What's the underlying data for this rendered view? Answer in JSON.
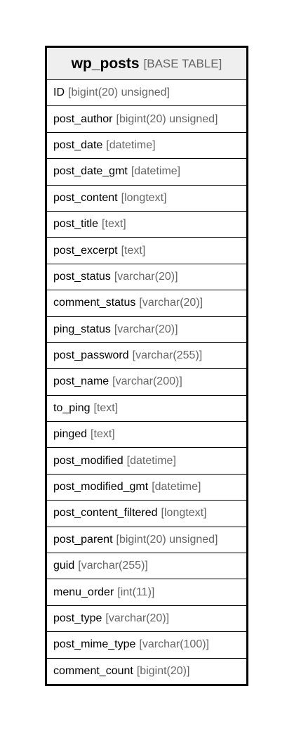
{
  "table": {
    "name": "wp_posts",
    "type": "[BASE TABLE]",
    "columns": [
      {
        "name": "ID",
        "type": "[bigint(20) unsigned]"
      },
      {
        "name": "post_author",
        "type": "[bigint(20) unsigned]"
      },
      {
        "name": "post_date",
        "type": "[datetime]"
      },
      {
        "name": "post_date_gmt",
        "type": "[datetime]"
      },
      {
        "name": "post_content",
        "type": "[longtext]"
      },
      {
        "name": "post_title",
        "type": "[text]"
      },
      {
        "name": "post_excerpt",
        "type": "[text]"
      },
      {
        "name": "post_status",
        "type": "[varchar(20)]"
      },
      {
        "name": "comment_status",
        "type": "[varchar(20)]"
      },
      {
        "name": "ping_status",
        "type": "[varchar(20)]"
      },
      {
        "name": "post_password",
        "type": "[varchar(255)]"
      },
      {
        "name": "post_name",
        "type": "[varchar(200)]"
      },
      {
        "name": "to_ping",
        "type": "[text]"
      },
      {
        "name": "pinged",
        "type": "[text]"
      },
      {
        "name": "post_modified",
        "type": "[datetime]"
      },
      {
        "name": "post_modified_gmt",
        "type": "[datetime]"
      },
      {
        "name": "post_content_filtered",
        "type": "[longtext]"
      },
      {
        "name": "post_parent",
        "type": "[bigint(20) unsigned]"
      },
      {
        "name": "guid",
        "type": "[varchar(255)]"
      },
      {
        "name": "menu_order",
        "type": "[int(11)]"
      },
      {
        "name": "post_type",
        "type": "[varchar(20)]"
      },
      {
        "name": "post_mime_type",
        "type": "[varchar(100)]"
      },
      {
        "name": "comment_count",
        "type": "[bigint(20)]"
      }
    ]
  },
  "colors": {
    "header_background": "#efefef",
    "border": "#000000",
    "type_text": "#666666"
  }
}
